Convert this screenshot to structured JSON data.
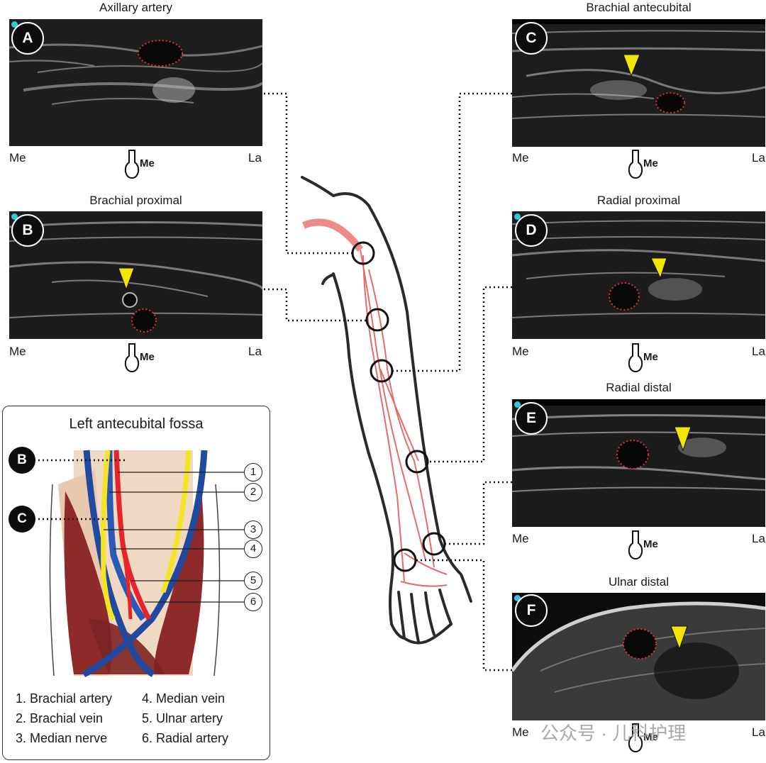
{
  "panels": {
    "A": {
      "letter": "A",
      "title": "Axillary artery",
      "left": "Me",
      "right": "La",
      "probe": "Me"
    },
    "B": {
      "letter": "B",
      "title": "Brachial proximal",
      "left": "Me",
      "right": "La",
      "probe": "Me"
    },
    "C": {
      "letter": "C",
      "title": "Brachial antecubital",
      "left": "Me",
      "right": "La",
      "probe": "Me"
    },
    "D": {
      "letter": "D",
      "title": "Radial proximal",
      "left": "Me",
      "right": "La",
      "probe": "Me"
    },
    "E": {
      "letter": "E",
      "title": "Radial distal",
      "left": "Me",
      "right": "La",
      "probe": "Me"
    },
    "F": {
      "letter": "F",
      "title": "Ulnar distal",
      "left": "Me",
      "right": "La",
      "probe": "Me"
    }
  },
  "inset": {
    "title": "Left antecubital fossa",
    "badges": [
      "B",
      "C"
    ],
    "numbers": [
      "1",
      "2",
      "3",
      "4",
      "5",
      "6"
    ],
    "legend": [
      "1. Brachial artery",
      "2. Brachial vein",
      "3. Median nerve",
      "4. Median vein",
      "5. Ulnar artery",
      "6. Radial artery"
    ]
  },
  "watermark": "公众号 · 儿科护理",
  "colors": {
    "artery": "#e8242a",
    "vein": "#1f4aa0",
    "nerve": "#f4e423",
    "muscle": "#8e2a2a",
    "bone": "#efd9c3",
    "vessel_outline": "#e23333",
    "marker": "#f2e600",
    "indicator": "#2ec7df"
  }
}
